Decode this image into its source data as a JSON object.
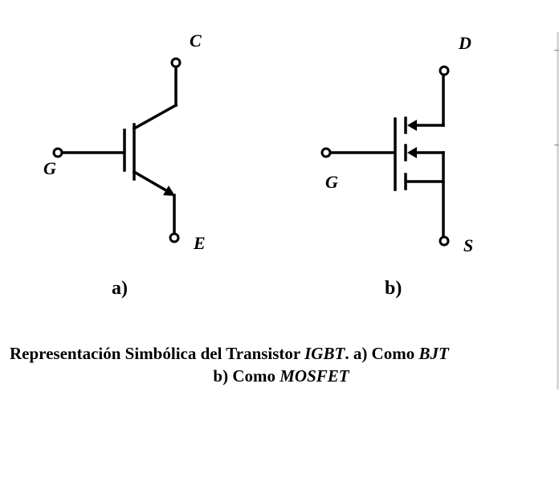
{
  "figure_a": {
    "label": "a)",
    "terminals": {
      "collector": "C",
      "gate": "G",
      "emitter": "E"
    }
  },
  "figure_b": {
    "label": "b)",
    "terminals": {
      "drain": "D",
      "gate": "G",
      "source": "S"
    }
  },
  "caption": {
    "line1_prefix": "Representación Simbólica del Transistor ",
    "line1_igbt": "IGBT",
    "line1_mid": ". a)  Como ",
    "line1_bjt": "BJT",
    "line2_prefix": "b) Como ",
    "line2_mosfet": "MOSFET"
  },
  "colors": {
    "stroke": "#000000",
    "background": "#ffffff"
  }
}
